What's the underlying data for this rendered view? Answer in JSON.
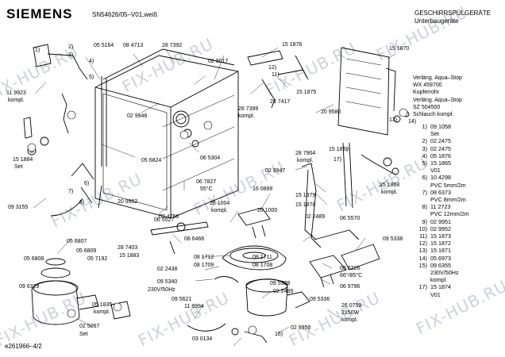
{
  "header": {
    "brand": "SIEMENS",
    "model": "SN54626/05–V01,weiß",
    "category_line1": "GESCHIRRSPÜLGERÄTE",
    "category_line2": "Unterbaugeräte"
  },
  "notes": {
    "note1": "Verläng. Aqua–Stop\nWX 459700\nKupferrohr",
    "note2": "Verläng. Aqua–Stop\nSZ 504500\nSchlauch kompl."
  },
  "legend": [
    {
      "num": "1)",
      "text": "09 1058"
    },
    {
      "num": "",
      "text": "Set"
    },
    {
      "num": "2)",
      "text": "02 2475"
    },
    {
      "num": "3)",
      "text": "02 2475"
    },
    {
      "num": "4)",
      "text": "05 1876"
    },
    {
      "num": "5)",
      "text": "15 1865"
    },
    {
      "num": "",
      "text": "V01"
    },
    {
      "num": "6)",
      "text": "10 4298"
    },
    {
      "num": "",
      "text": "PVC 5mm/2m"
    },
    {
      "num": "7)",
      "text": "08 6373"
    },
    {
      "num": "",
      "text": "PVC 8mm/2m"
    },
    {
      "num": "8)",
      "text": "11 2723"
    },
    {
      "num": "",
      "text": "PVC 12mm/2m"
    },
    {
      "num": "9)",
      "text": "02 9951"
    },
    {
      "num": "10)",
      "text": "02 9952"
    },
    {
      "num": "11)",
      "text": "15 1873"
    },
    {
      "num": "12)",
      "text": "15 1872"
    },
    {
      "num": "13)",
      "text": "15 1871"
    },
    {
      "num": "14)",
      "text": "05 6973"
    },
    {
      "num": "15)",
      "text": "09 6355"
    },
    {
      "num": "",
      "text": "230V/50Hz"
    },
    {
      "num": "",
      "text": "kompl."
    },
    {
      "num": "17)",
      "text": "15 1874"
    },
    {
      "num": "",
      "text": "V01"
    }
  ],
  "part_labels": [
    "05 5164",
    "08 4713",
    "28 7392",
    "15 1876",
    "15 1870",
    "11 9923",
    "kompl.",
    "02 9017",
    "02 9948",
    "28 7399",
    "kompl.",
    "28 7417",
    "15 1875",
    "20 9580",
    "15 1884",
    "Set",
    "05 6824",
    "06 5304",
    "02 9947",
    "28 7904",
    "kompl.",
    "15 1869",
    "06 7827",
    "55°C",
    "16 0899",
    "20 9962",
    "09 3155",
    "09 4758",
    "26 1004",
    "kompl.",
    "26 1000",
    "15 1879",
    "15 1878",
    "02 2489",
    "06 5570",
    "15 1868",
    "kompl.",
    "05 6807",
    "05 6809",
    "05 6808",
    "05 7192",
    "06 5527",
    "28 7403",
    "08 6466",
    "15 1883",
    "09 5338",
    "09 6329",
    "02 2438",
    "08 1712",
    "08 1709",
    "08 1711",
    "08 1708",
    "09 5340",
    "230V/50Hz",
    "09 5621",
    "09 5339",
    "09 5336",
    "02 2489",
    "06 6226",
    "66°/85°C",
    "06 9796",
    "05 1835",
    "kompl.",
    "11 8994",
    "26 0759",
    "2150W",
    "kompl.",
    "02 5067",
    "Set",
    "03 0134",
    "02 9950"
  ],
  "watermark": "FIX-HUB.RU",
  "doc_id": "e261966–4/2"
}
